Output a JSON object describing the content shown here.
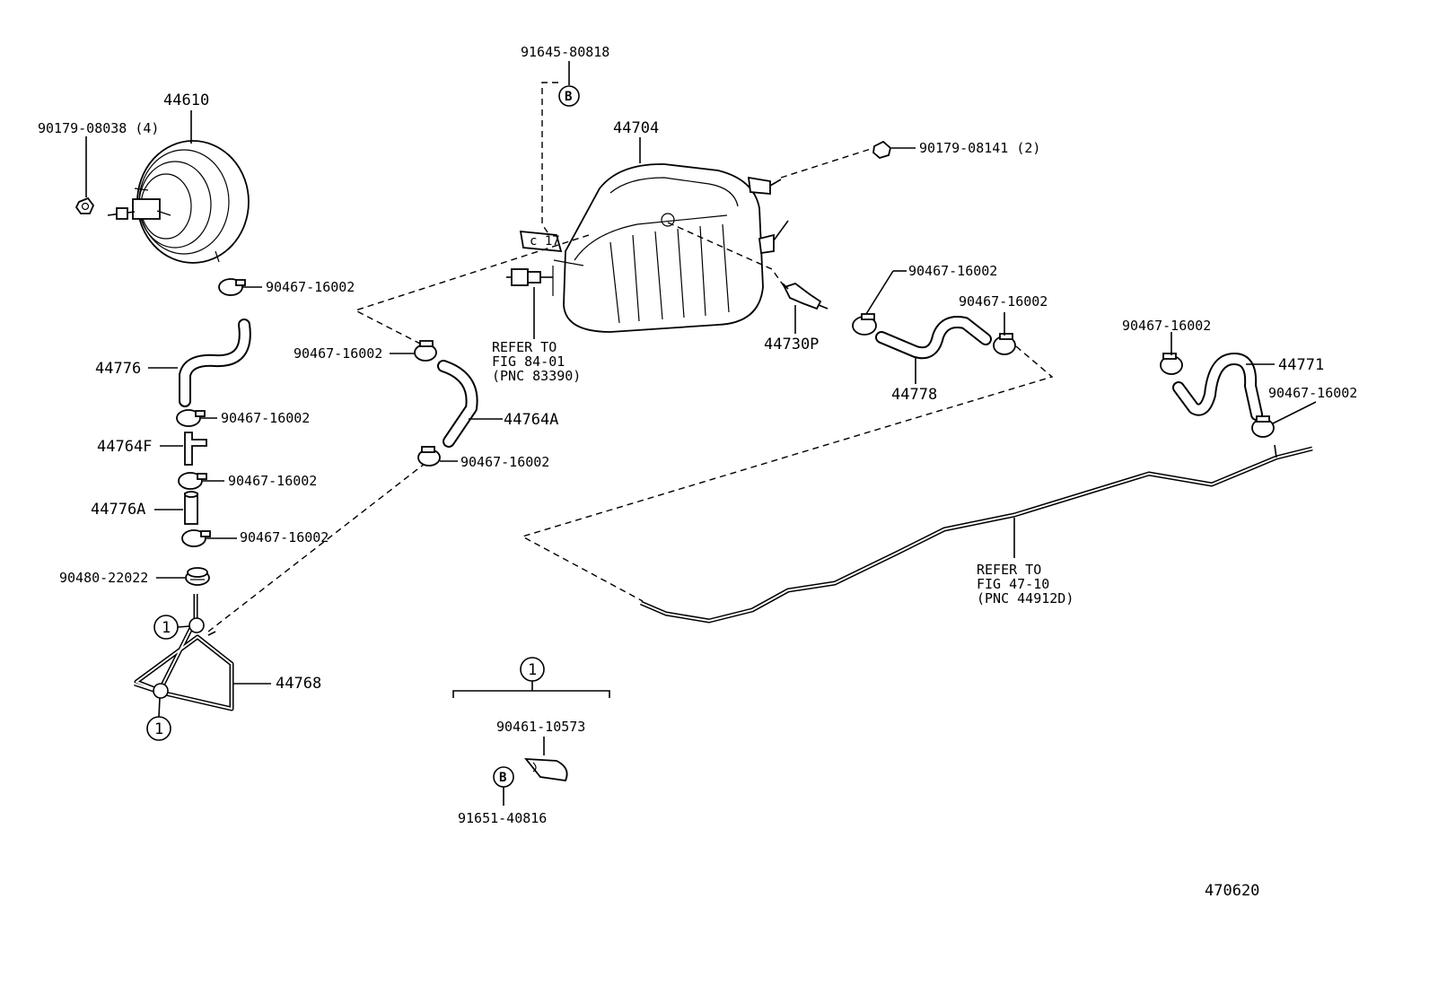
{
  "labels": {
    "booster": "44610",
    "booster_nut": "90179-08038 (4)",
    "clamp_a": "90467-16002",
    "hose_44776": "44776",
    "clamp_b": "90467-16002",
    "tee_44764f": "44764F",
    "clamp_c": "90467-16002",
    "hose_44776a": "44776A",
    "clamp_d": "90467-16002",
    "grommet": "90480-22022",
    "pipe_44768": "44768",
    "callout_1_upper": "1",
    "callout_1_lower": "1",
    "bolt_top": "91645-80818",
    "bolt_top_b": "B",
    "tank": "44704",
    "tank_nut": "90179-08141 (2)",
    "clamp_e": "90467-16002",
    "hose_44764a": "44764A",
    "clamp_f": "90467-16002",
    "refer_84_line1": "REFER TO",
    "refer_84_line2": "FIG 84-01",
    "refer_84_line3": "(PNC 83390)",
    "valve_44730p": "44730P",
    "clamp_g": "90467-16002",
    "clamp_h": "90467-16002",
    "hose_44778": "44778",
    "clamp_i": "90467-16002",
    "hose_44771": "44771",
    "clamp_j": "90467-16002",
    "refer_47_line1": "REFER TO",
    "refer_47_line2": "FIG 47-10",
    "refer_47_line3": "(PNC 44912D)",
    "kit_callout": "1",
    "kit_clip": "90461-10573",
    "kit_bolt_b": "B",
    "kit_bolt": "91651-40816",
    "figure_no": "470620"
  }
}
